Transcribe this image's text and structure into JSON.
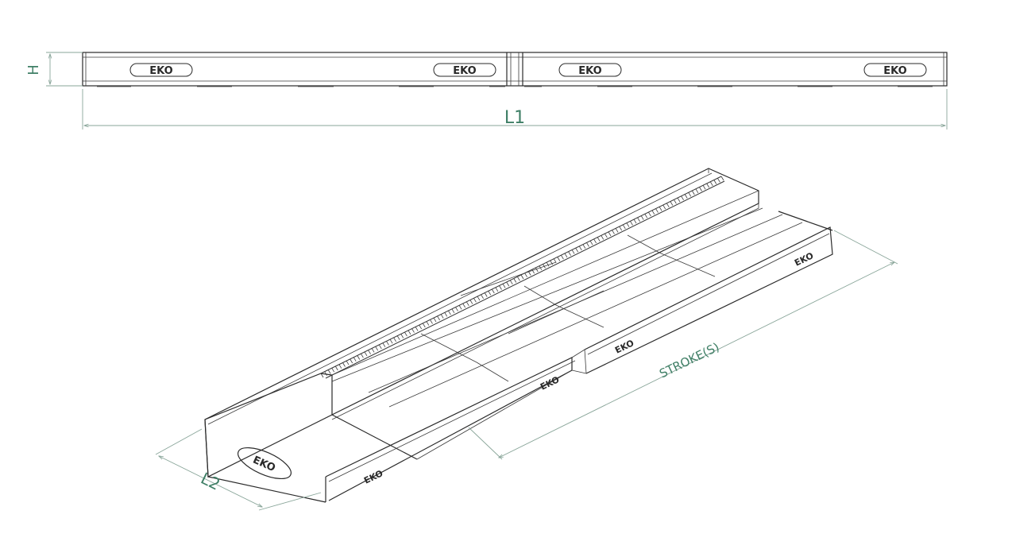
{
  "colors": {
    "line": "#2a2a2a",
    "dimension": "#8aa69a",
    "dimension_text": "#3f7f66",
    "background": "#ffffff"
  },
  "dimensions": {
    "height_label": "H",
    "length_label": "L1",
    "width_label": "L2",
    "stroke_label": "STROKE(S)"
  },
  "brand": {
    "logo_text": "EKO"
  }
}
